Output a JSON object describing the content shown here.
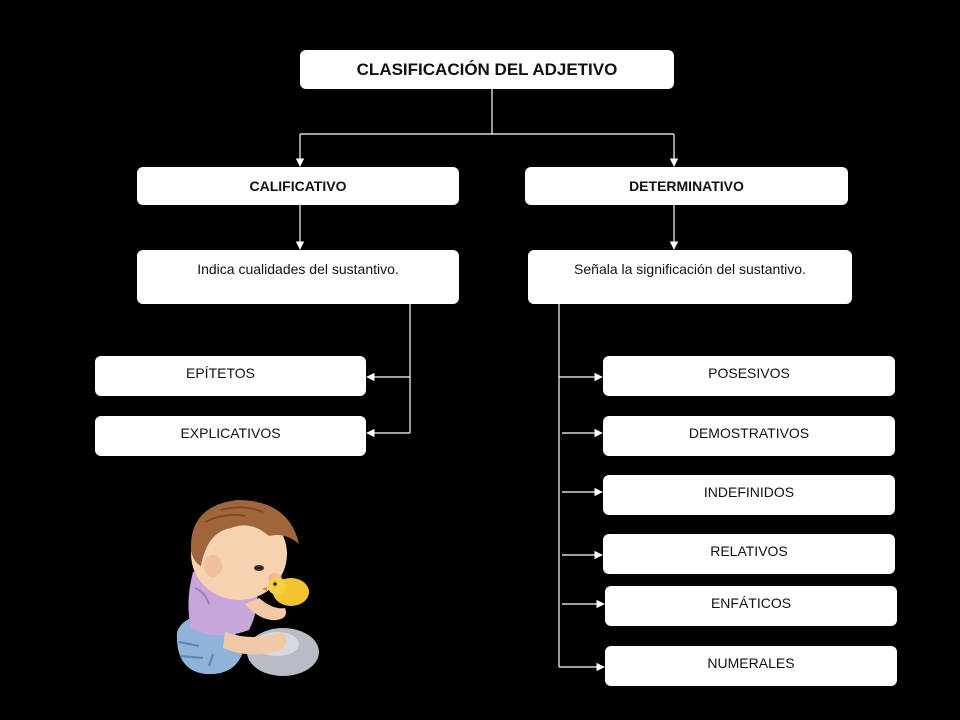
{
  "diagram": {
    "title": "CLASIFICACIÓN DEL ADJETIVO",
    "calificativo": {
      "label": "CALIFICATIVO",
      "description": "Indica cualidades del sustantivo.",
      "items": [
        "EPÍTETOS",
        "EXPLICATIVOS"
      ]
    },
    "determinativo": {
      "label": "DETERMINATIVO",
      "description": "Señala la significación del sustantivo.",
      "items": [
        "POSESIVOS",
        "DEMOSTRATIVOS",
        "INDEFINIDOS",
        "RELATIVOS",
        "ENFÁTICOS",
        "NUMERALES"
      ]
    }
  },
  "colors": {
    "background": "#000000",
    "box": "#ffffff",
    "line": "#ffffff",
    "text": "#111111"
  }
}
